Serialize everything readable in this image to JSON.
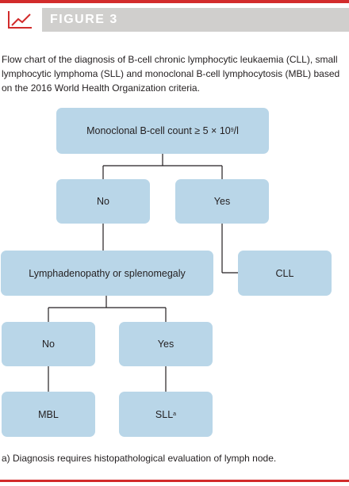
{
  "header": {
    "figure_label": "FIGURE 3",
    "icon": "line-chart-icon",
    "accent_color": "#d22b2b"
  },
  "caption": "Flow chart of the diagnosis of B-cell chronic lymphocytic leukaemia (CLL), small lymphocytic lymphoma (SLL) and monoclonal B-cell lymphocytosis (MBL) based on the 2016 World Health Organization criteria.",
  "flowchart": {
    "root": {
      "text": "Monoclonal B-cell count ≥ 5 × 10",
      "sup": "9",
      "suffix": "/l"
    },
    "level1_no": "No",
    "level1_yes": "Yes",
    "lymph": "Lymphadenopathy or splenomegaly",
    "cll": "CLL",
    "level2_no": "No",
    "level2_yes": "Yes",
    "mbl": "MBL",
    "sll": {
      "text": "SLL",
      "sup": "a"
    },
    "box_color": "#b9d6e8"
  },
  "footnote": "a) Diagnosis requires histopathological evaluation of lymph node."
}
